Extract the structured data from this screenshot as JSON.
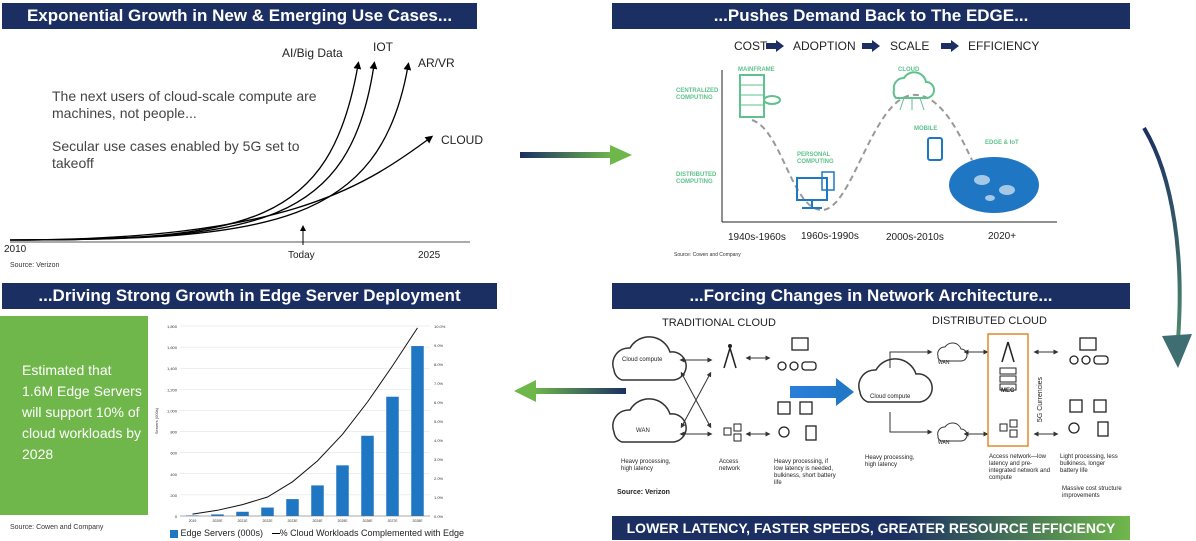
{
  "panel1": {
    "title": "Exponential Growth in New & Emerging Use Cases...",
    "text1": "The next users of cloud-scale compute are machines, not people...",
    "text2": "Secular use cases enabled by 5G set to takeoff",
    "curves": [
      "AI/Big Data",
      "IOT",
      "AR/VR",
      "CLOUD"
    ],
    "x_start": "2010",
    "x_today": "Today",
    "x_end": "2025",
    "source": "Source: Verizon"
  },
  "panel2": {
    "title": "...Pushes Demand Back to The EDGE...",
    "flow": [
      "COST",
      "ADOPTION",
      "SCALE",
      "EFFICIENCY"
    ],
    "y_top": "CENTRALIZED COMPUTING",
    "y_bottom": "DISTRIBUTED COMPUTING",
    "nodes": [
      "MAINFRAME",
      "PERSONAL COMPUTING",
      "CLOUD",
      "MOBILE",
      "EDGE & IoT"
    ],
    "eras": [
      "1940s-1960s",
      "1960s-1990s",
      "2000s-2010s",
      "2020+"
    ],
    "source": "Source: Cowen and Company"
  },
  "panel3": {
    "title": "...Driving Strong Growth in Edge Server Deployment",
    "callout": "Estimated that 1.6M Edge Servers will support 10% of cloud workloads by 2028",
    "source": "Source: Cowen and Company",
    "legend_bar": "Edge Servers (000s)",
    "legend_line": "% Cloud Workloads Complemented with Edge",
    "ylabel": "Servers (000s)",
    "chart_data": {
      "type": "bar",
      "categories": [
        "2019",
        "2020E",
        "2021E",
        "2022E",
        "2023E",
        "2024E",
        "2025E",
        "2026E",
        "2027E",
        "2028E"
      ],
      "series": [
        {
          "name": "Edge Servers (000s)",
          "values": [
            5,
            15,
            40,
            80,
            160,
            290,
            480,
            760,
            1130,
            1610
          ]
        },
        {
          "name": "% Cloud Workloads Complemented with Edge",
          "values": [
            0.1,
            0.3,
            0.6,
            1.0,
            1.8,
            2.9,
            4.3,
            6.0,
            7.9,
            9.9
          ]
        }
      ],
      "y_ticks": [
        "0",
        "200",
        "400",
        "600",
        "800",
        "1,000",
        "1,200",
        "1,400",
        "1,600",
        "1,800"
      ],
      "y2_ticks": [
        "0.0%",
        "1.0%",
        "2.0%",
        "3.0%",
        "4.0%",
        "5.0%",
        "6.0%",
        "7.0%",
        "8.0%",
        "9.0%",
        "10.0%"
      ],
      "ylim": [
        0,
        1800
      ],
      "y2lim": [
        0,
        10
      ]
    }
  },
  "panel4": {
    "title": "...Forcing Changes in Network Architecture...",
    "trad_title": "TRADITIONAL CLOUD",
    "dist_title": "DISTRIBUTED CLOUD",
    "cloud_compute": "Cloud compute",
    "wan": "WAN",
    "mec": "MEC",
    "currency": "5G Currencies",
    "notes": {
      "heavy": "Heavy processing, high latency",
      "access": "Access network",
      "heavy_if": "Heavy processing, if low latency is needed, bulkiness, short battery life",
      "heavy2": "Heavy processing, high latency",
      "access2": "Access network—low latency and pre-integrated network and compute",
      "light": "Light processing, less bulkiness, longer battery life",
      "massive": "Massive cost structure improvements"
    },
    "source": "Source: Verizon",
    "footer": "LOWER LATENCY, FASTER SPEEDS, GREATER RESOURCE EFFICIENCY"
  },
  "colors": {
    "navy": "#1b2f63",
    "green": "#70b74b",
    "bar": "#1f77c4",
    "teal": "#5ec28c"
  }
}
